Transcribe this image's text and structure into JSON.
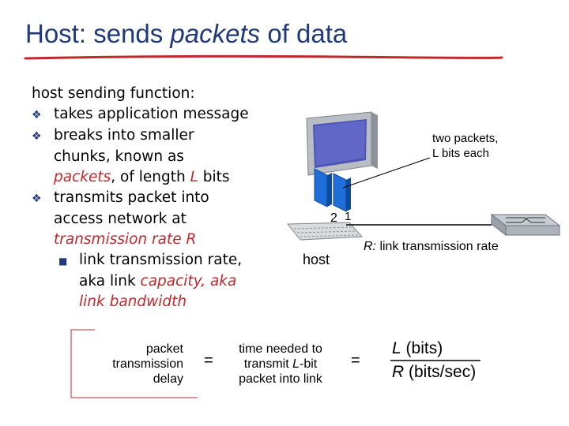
{
  "slide": {
    "title_prefix": "Host: sends ",
    "title_italic": "packets",
    "title_suffix": " of data"
  },
  "bullets": {
    "intro": "host sending function:",
    "b1": "takes application message",
    "b2a": "breaks into smaller",
    "b2b": "chunks, known as",
    "b2c_red": "packets",
    "b2c_mid": ", of length ",
    "b2c_L": "L",
    "b2c_end": " bits",
    "b3a": "transmits packet into",
    "b3b": "access network at",
    "b3c_red": "transmission rate R",
    "sub_a": "link transmission rate,",
    "sub_b_plain": "aka link ",
    "sub_b_red": "capacity, aka",
    "sub_c_red": "link bandwidth"
  },
  "diagram": {
    "packets_label_1": "two packets,",
    "packets_label_2": "L bits each",
    "packet_2": "2",
    "packet_1": "1",
    "host_label": "host",
    "rate_label_italic": "R:",
    "rate_label_rest": " link transmission rate"
  },
  "formula": {
    "lhs_1": "packet",
    "lhs_2": "transmission",
    "lhs_3": "delay",
    "eq1": "=",
    "mid_1": "time needed to",
    "mid_2a": "transmit ",
    "mid_2L": "L",
    "mid_2b": "-bit",
    "mid_3": "packet into link",
    "eq2": "=",
    "num_L": "L",
    "num_rest": " (bits)",
    "den_R": "R",
    "den_rest": " (bits/sec)"
  },
  "colors": {
    "title": "#1f3a7a",
    "emphasis": "#c0282b",
    "packet_blue": "#1e6fd9"
  }
}
